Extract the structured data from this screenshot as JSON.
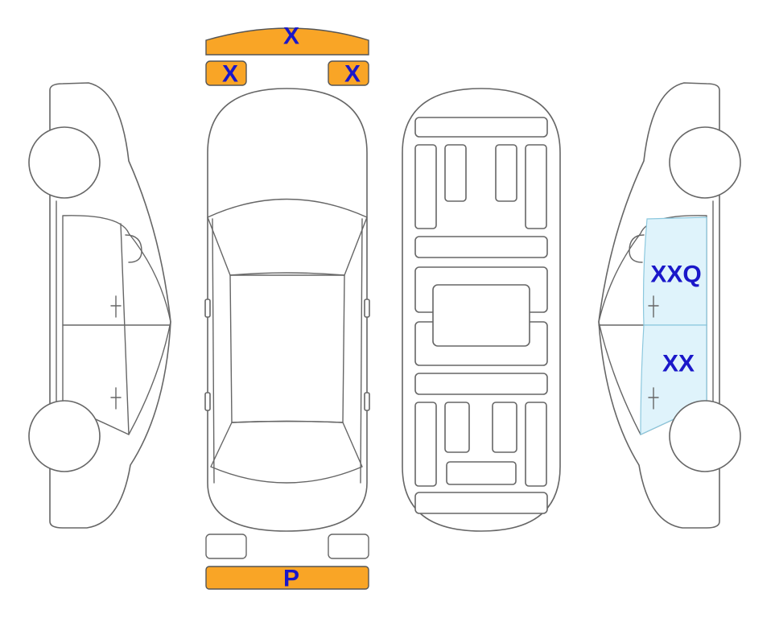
{
  "diagram": {
    "colors": {
      "outline": "#666666",
      "damage_fill": "#f9a526",
      "damage_stroke": "#555555",
      "highlight_fill": "#dff3fb",
      "highlight_stroke": "#8cc8de",
      "label": "#1a17c9"
    },
    "zones": {
      "front_bumper": {
        "label": "X",
        "marked": true
      },
      "front_left_corner": {
        "label": "X",
        "marked": true
      },
      "front_right_corner": {
        "label": "X",
        "marked": true
      },
      "rear_left_corner": {
        "label": "",
        "marked": false
      },
      "rear_right_corner": {
        "label": "",
        "marked": false
      },
      "rear_bumper": {
        "label": "P",
        "marked": true
      },
      "right_front_door": {
        "label": "XXQ",
        "marked": true
      },
      "right_rear_door": {
        "label": "XX",
        "marked": true
      }
    }
  }
}
